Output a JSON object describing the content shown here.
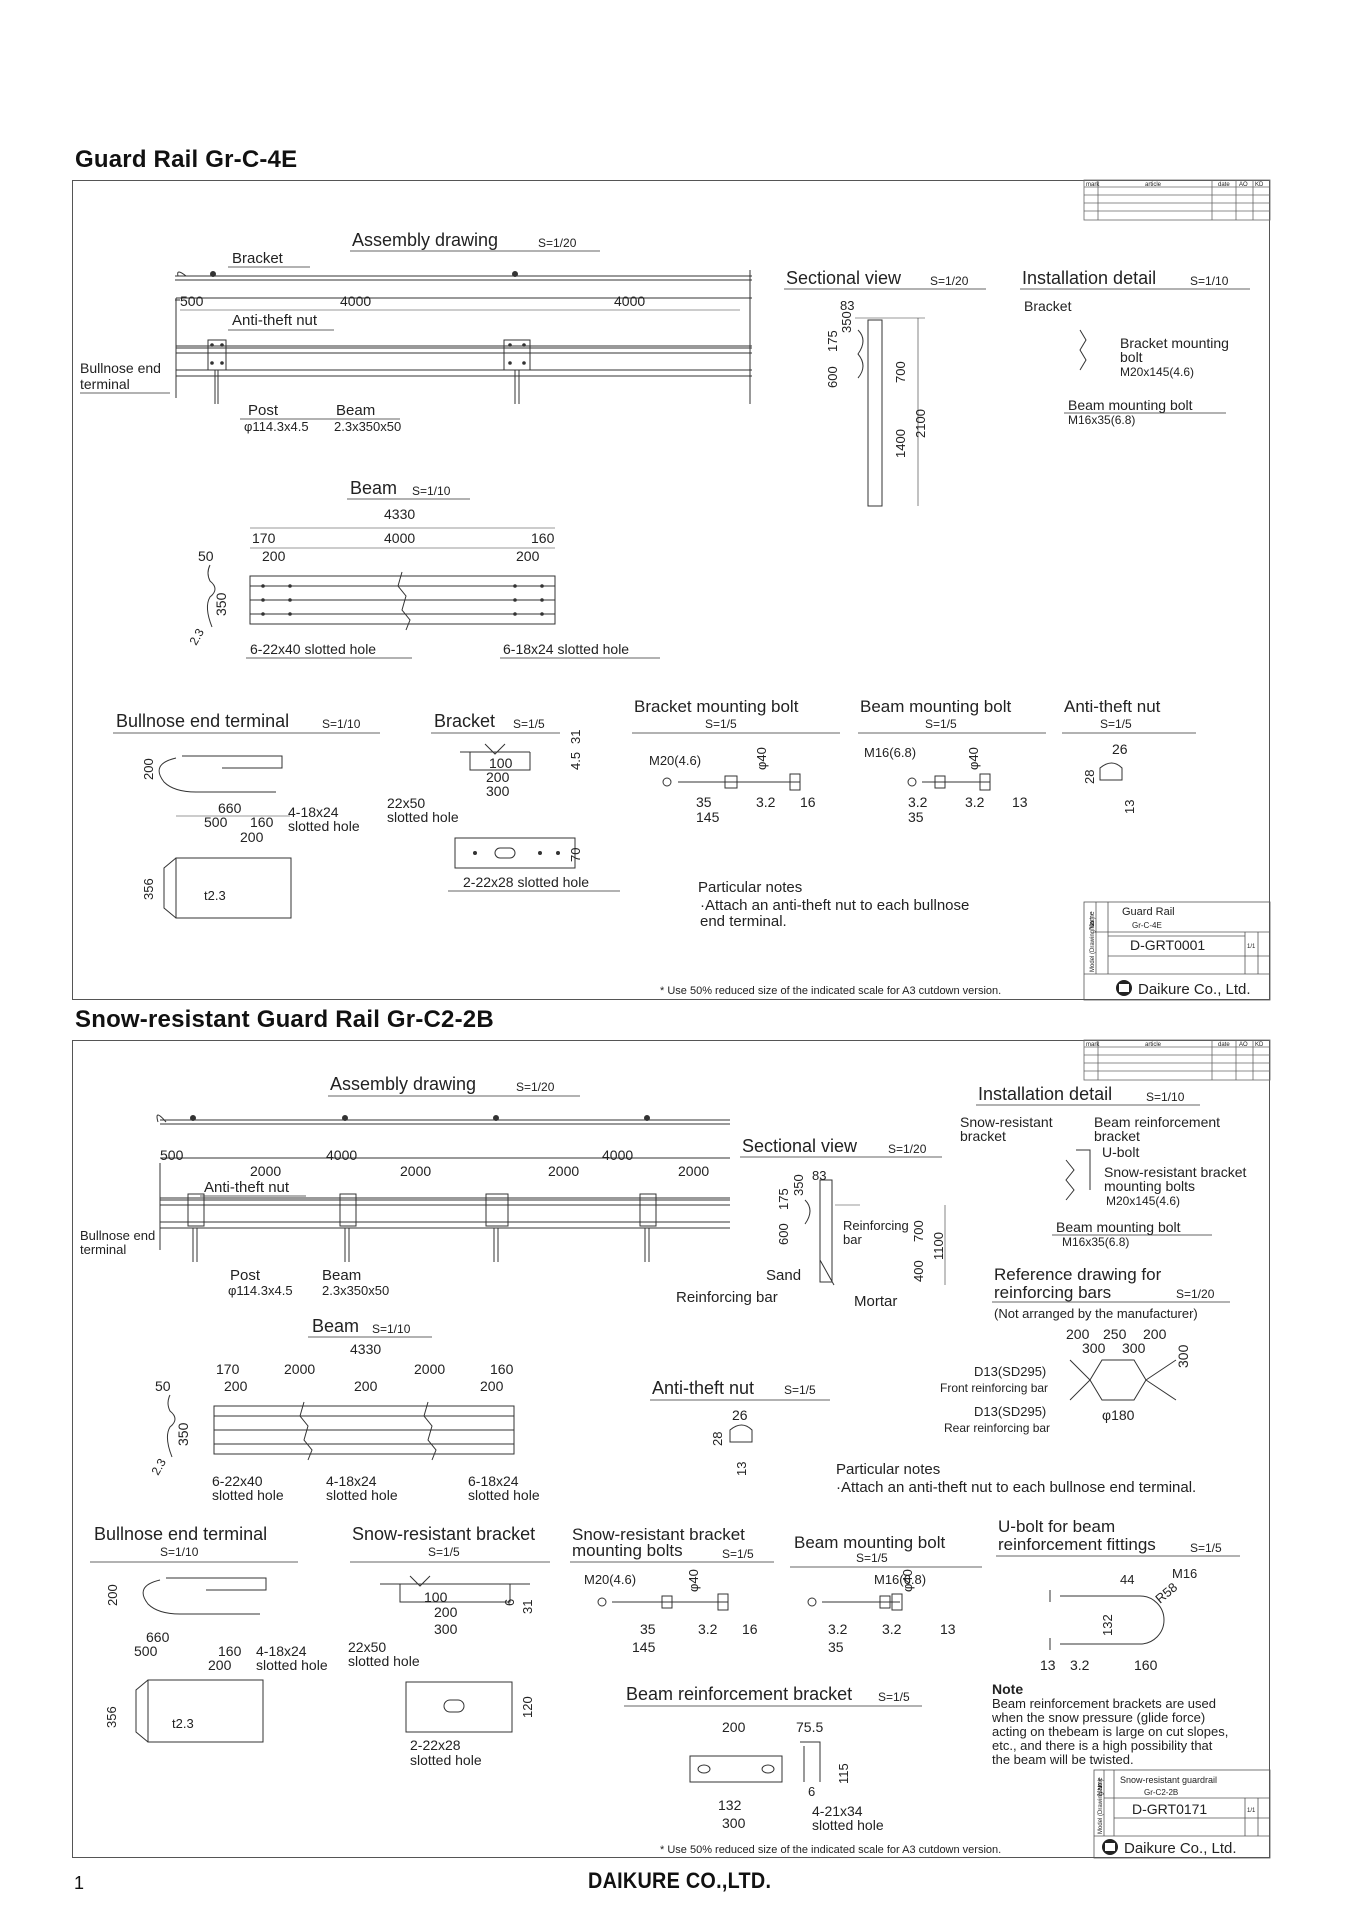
{
  "sheet1": {
    "title": "Guard Rail  Gr-C-4E",
    "revision_header": [
      "mark",
      "article",
      "date",
      "AO",
      "KD"
    ],
    "assembly": {
      "label": "Assembly drawing",
      "scale": "S=1/20",
      "bracket": "Bracket",
      "dim_500": "500",
      "dim_4000a": "4000",
      "dim_4000b": "4000",
      "antitheft": "Anti-theft nut",
      "bullnose1": "Bullnose end",
      "bullnose2": "terminal",
      "post": "Post",
      "post_dim": "φ114.3x4.5",
      "beam": "Beam",
      "beam_dim": "2.3x350x50"
    },
    "sectional": {
      "label": "Sectional view",
      "scale": "S=1/20",
      "d83": "83",
      "d350": "350",
      "d175": "175",
      "d600": "600",
      "d700": "700",
      "d1400": "1400",
      "d2100": "2100"
    },
    "install": {
      "label": "Installation detail",
      "scale": "S=1/10",
      "bracket": "Bracket",
      "bmb1": "Bracket mounting",
      "bmb2": "bolt",
      "bmb_dim": "M20x145(4.6)",
      "beam_bolt": "Beam mounting bolt",
      "beam_bolt_dim": "M16x35(6.8)"
    },
    "beam": {
      "label": "Beam",
      "scale": "S=1/10",
      "d4330": "4330",
      "d170": "170",
      "d4000": "4000",
      "d160": "160",
      "d200a": "200",
      "d200b": "200",
      "d50": "50",
      "d350": "350",
      "d23": "2.3",
      "hole1": "6-22x40 slotted hole",
      "hole2": "6-18x24 slotted hole"
    },
    "bullnose": {
      "label": "Bullnose end terminal",
      "scale": "S=1/10",
      "d200": "200",
      "d660": "660",
      "d500": "500",
      "d160": "160",
      "d200b": "200",
      "d356": "356",
      "t": "t2.3",
      "hole": "4-18x24",
      "hole2": "slotted hole"
    },
    "bracket": {
      "label": "Bracket",
      "scale": "S=1/5",
      "d31": "31",
      "d45": "4.5",
      "d100": "100",
      "d200": "200",
      "d300": "300",
      "slot1": "22x50",
      "slot2": "slotted hole",
      "d70": "70",
      "hole": "2-22x28 slotted hole"
    },
    "bmb": {
      "label": "Bracket mounting bolt",
      "scale": "S=1/5",
      "spec": "M20(4.6)",
      "d40": "φ40",
      "d35": "35",
      "d32": "3.2",
      "d16": "16",
      "d145": "145"
    },
    "beambolt": {
      "label": "Beam mounting bolt",
      "scale": "S=1/5",
      "spec": "M16(6.8)",
      "d40": "φ40",
      "d32a": "3.2",
      "d32b": "3.2",
      "d13": "13",
      "d35": "35"
    },
    "nut": {
      "label": "Anti-theft nut",
      "scale": "S=1/5",
      "d26": "26",
      "d28": "28",
      "d13": "13"
    },
    "notes": {
      "title": "Particular notes",
      "line1": "·Attach an anti-theft nut to each bullnose",
      "line2": " end terminal."
    },
    "titleblock": {
      "name": "Guard Rail",
      "code": "Gr-C-4E",
      "drawing_no": "D-GRT0001",
      "company": "Daikure Co., Ltd.",
      "side1": "Name",
      "side2": "Model (Drawing No.)",
      "scale_mark": "1/1"
    },
    "footnote": "* Use 50% reduced size of the indicated scale for A3 cutdown version."
  },
  "sheet2": {
    "title": "Snow-resistant Guard Rail   Gr-C2-2B",
    "revision_header": [
      "mark",
      "article",
      "date",
      "AO",
      "KD"
    ],
    "assembly": {
      "label": "Assembly drawing",
      "scale": "S=1/20",
      "d500": "500",
      "d4000a": "4000",
      "d4000b": "4000",
      "d2000a": "2000",
      "d2000b": "2000",
      "d2000c": "2000",
      "d2000d": "2000",
      "antitheft": "Anti-theft nut",
      "bullnose1": "Bullnose end",
      "bullnose2": "terminal",
      "post": "Post",
      "post_dim": "φ114.3x4.5",
      "beam": "Beam",
      "beam_dim": "2.3x350x50"
    },
    "sectional": {
      "label": "Sectional view",
      "scale": "S=1/20",
      "d83": "83",
      "d350": "350",
      "d175": "175",
      "d600": "600",
      "reinf1": "Reinforcing",
      "reinf2": "bar",
      "d700": "700",
      "d400": "400",
      "d1100": "1100",
      "sand": "Sand",
      "mortar": "Mortar",
      "reinf_bar": "Reinforcing bar"
    },
    "install": {
      "label": "Installation detail",
      "scale": "S=1/10",
      "snow1": "Snow-resistant",
      "snow2": "bracket",
      "bre1": "Beam reinforcement",
      "bre2": "bracket",
      "ubolt": "U-bolt",
      "srb1": "Snow-resistant bracket",
      "srb2": "mounting bolts",
      "srb_dim": "M20x145(4.6)",
      "beam_bolt": "Beam mounting bolt",
      "beam_bolt_dim": "M16x35(6.8)"
    },
    "refbars": {
      "label1": "Reference drawing for",
      "label2": "reinforcing bars",
      "scale": "S=1/20",
      "note": "(Not arranged by the manufacturer)",
      "d200a": "200",
      "d250": "250",
      "d200b": "200",
      "d300a": "300",
      "d300b": "300",
      "d300c": "300",
      "front1": "D13(SD295)",
      "front2": "Front reinforcing bar",
      "rear1": "D13(SD295)",
      "rear2": "Rear reinforcing bar",
      "d180": "φ180"
    },
    "beam": {
      "label": "Beam",
      "scale": "S=1/10",
      "d4330": "4330",
      "d170": "170",
      "d2000a": "2000",
      "d2000b": "2000",
      "d160": "160",
      "d200a": "200",
      "d200b": "200",
      "d200c": "200",
      "d50": "50",
      "d350": "350",
      "d23": "2.3",
      "hole1a": "6-22x40",
      "hole1b": "slotted hole",
      "hole2a": "4-18x24",
      "hole2b": "slotted hole",
      "hole3a": "6-18x24",
      "hole3b": "slotted hole"
    },
    "nut": {
      "label": "Anti-theft nut",
      "scale": "S=1/5",
      "d26": "26",
      "d28": "28",
      "d13": "13"
    },
    "notes": {
      "title": "Particular notes",
      "line1": "·Attach an anti-theft nut to each bullnose end terminal."
    },
    "bullnose": {
      "label": "Bullnose end terminal",
      "scale": "S=1/10",
      "d200": "200",
      "d660": "660",
      "d500": "500",
      "d160": "160",
      "d200b": "200",
      "d356": "356",
      "t": "t2.3",
      "hole": "4-18x24",
      "hole2": "slotted hole"
    },
    "srbracket": {
      "label": "Snow-resistant bracket",
      "scale": "S=1/5",
      "d100": "100",
      "d200": "200",
      "d300": "300",
      "d6": "6",
      "d31": "31",
      "slot1": "22x50",
      "slot2": "slotted hole",
      "d120": "120",
      "hole1": "2-22x28",
      "hole2": "slotted hole"
    },
    "srbolt": {
      "label1": "Snow-resistant bracket",
      "label2": "mounting bolts",
      "scale": "S=1/5",
      "spec": "M20(4.6)",
      "d40": "φ40",
      "d35": "35",
      "d32": "3.2",
      "d16": "16",
      "d145": "145"
    },
    "beambolt": {
      "label": "Beam mounting bolt",
      "scale": "S=1/5",
      "spec": "M16(6.8)",
      "d40": "φ40",
      "d32a": "3.2",
      "d32b": "3.2",
      "d13": "13",
      "d35": "35"
    },
    "ubolt": {
      "label1": "U-bolt for beam",
      "label2": "reinforcement fittings",
      "scale": "S=1/5",
      "d44": "44",
      "m16": "M16",
      "r58": "R58",
      "d132": "132",
      "d13": "13",
      "d32": "3.2",
      "d160": "160"
    },
    "bre": {
      "label": "Beam reinforcement bracket",
      "scale": "S=1/5",
      "d200": "200",
      "d755": "75.5",
      "d115": "115",
      "d6": "6",
      "d132": "132",
      "d300": "300",
      "hole1": "4-21x34",
      "hole2": "slotted hole"
    },
    "note": {
      "title": "Note",
      "l1": "Beam reinforcement brackets are used",
      "l2": "when the snow pressure (glide force)",
      "l3": "acting on thebeam is large on cut slopes,",
      "l4": " etc., and there is a high possibility that",
      "l5": "the beam will be twisted."
    },
    "titleblock": {
      "name": "Snow-resistant guardrail",
      "code": "Gr-C2-2B",
      "drawing_no": "D-GRT0171",
      "company": "Daikure Co., Ltd.",
      "side1": "Name",
      "side2": "Model (Drawing No.)",
      "scale_mark": "1/1"
    },
    "footnote": "* Use 50% reduced size of the indicated scale for A3 cutdown version."
  },
  "page_number": "1",
  "footer_brand": "DAIKURE CO.,LTD."
}
